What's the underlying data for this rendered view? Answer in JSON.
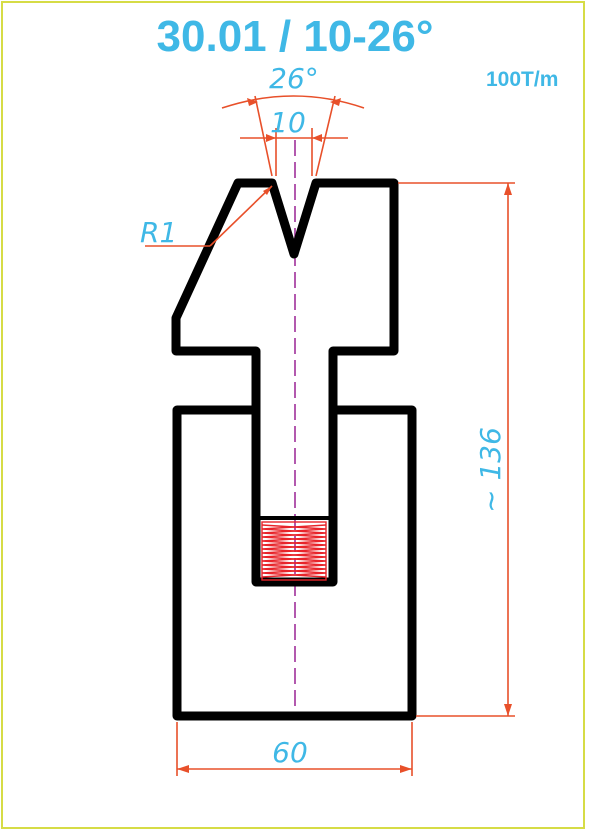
{
  "drawing": {
    "title": "30.01 / 10-26°",
    "capacity": "100T/m",
    "dimensions": {
      "angle": "26°",
      "opening": "10",
      "radius": "R1",
      "height": "~ 136",
      "width": "60"
    }
  },
  "colors": {
    "title": "#3fb8e6",
    "dimension_text": "#3fb8e6",
    "dimension_line": "#e8502a",
    "outline": "#000000",
    "spring": "#e8242a",
    "centerline": "#a0309a",
    "frame": "#d6dc46"
  }
}
